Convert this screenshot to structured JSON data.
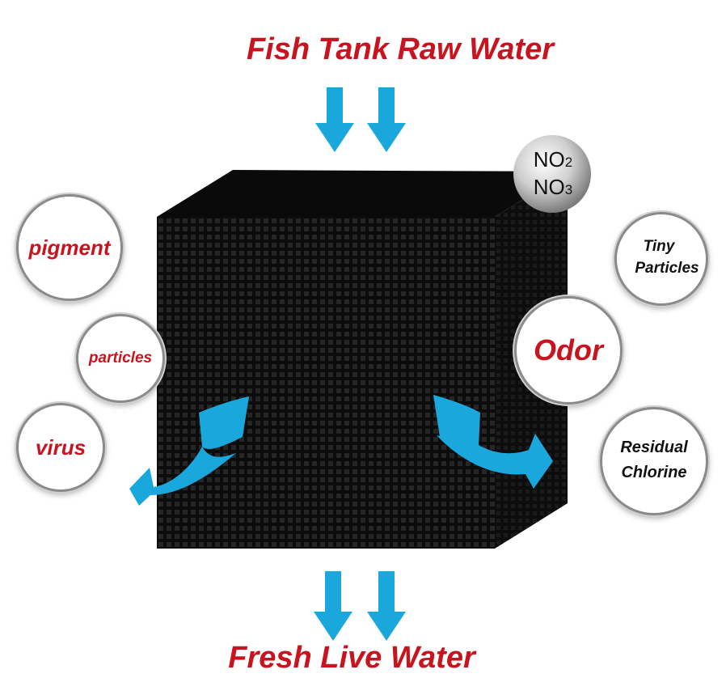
{
  "title_top": "Fish Tank Raw Water",
  "title_bottom": "Fresh Live Water",
  "bubbles": {
    "pigment": "pigment",
    "particles": "particles",
    "virus": "virus",
    "no2": "NO2",
    "no3": "NO3",
    "tiny_1": "Tiny",
    "tiny_2": "Particles",
    "odor": "Odor",
    "residual_1": "Residual",
    "residual_2": "Chlorine"
  },
  "colors": {
    "title_red": "#c8141e",
    "arrow_blue": "#1aa8dc",
    "cube_front": "#141414",
    "cube_top": "#0a0a0a",
    "cube_side": "#1e1e1e"
  }
}
